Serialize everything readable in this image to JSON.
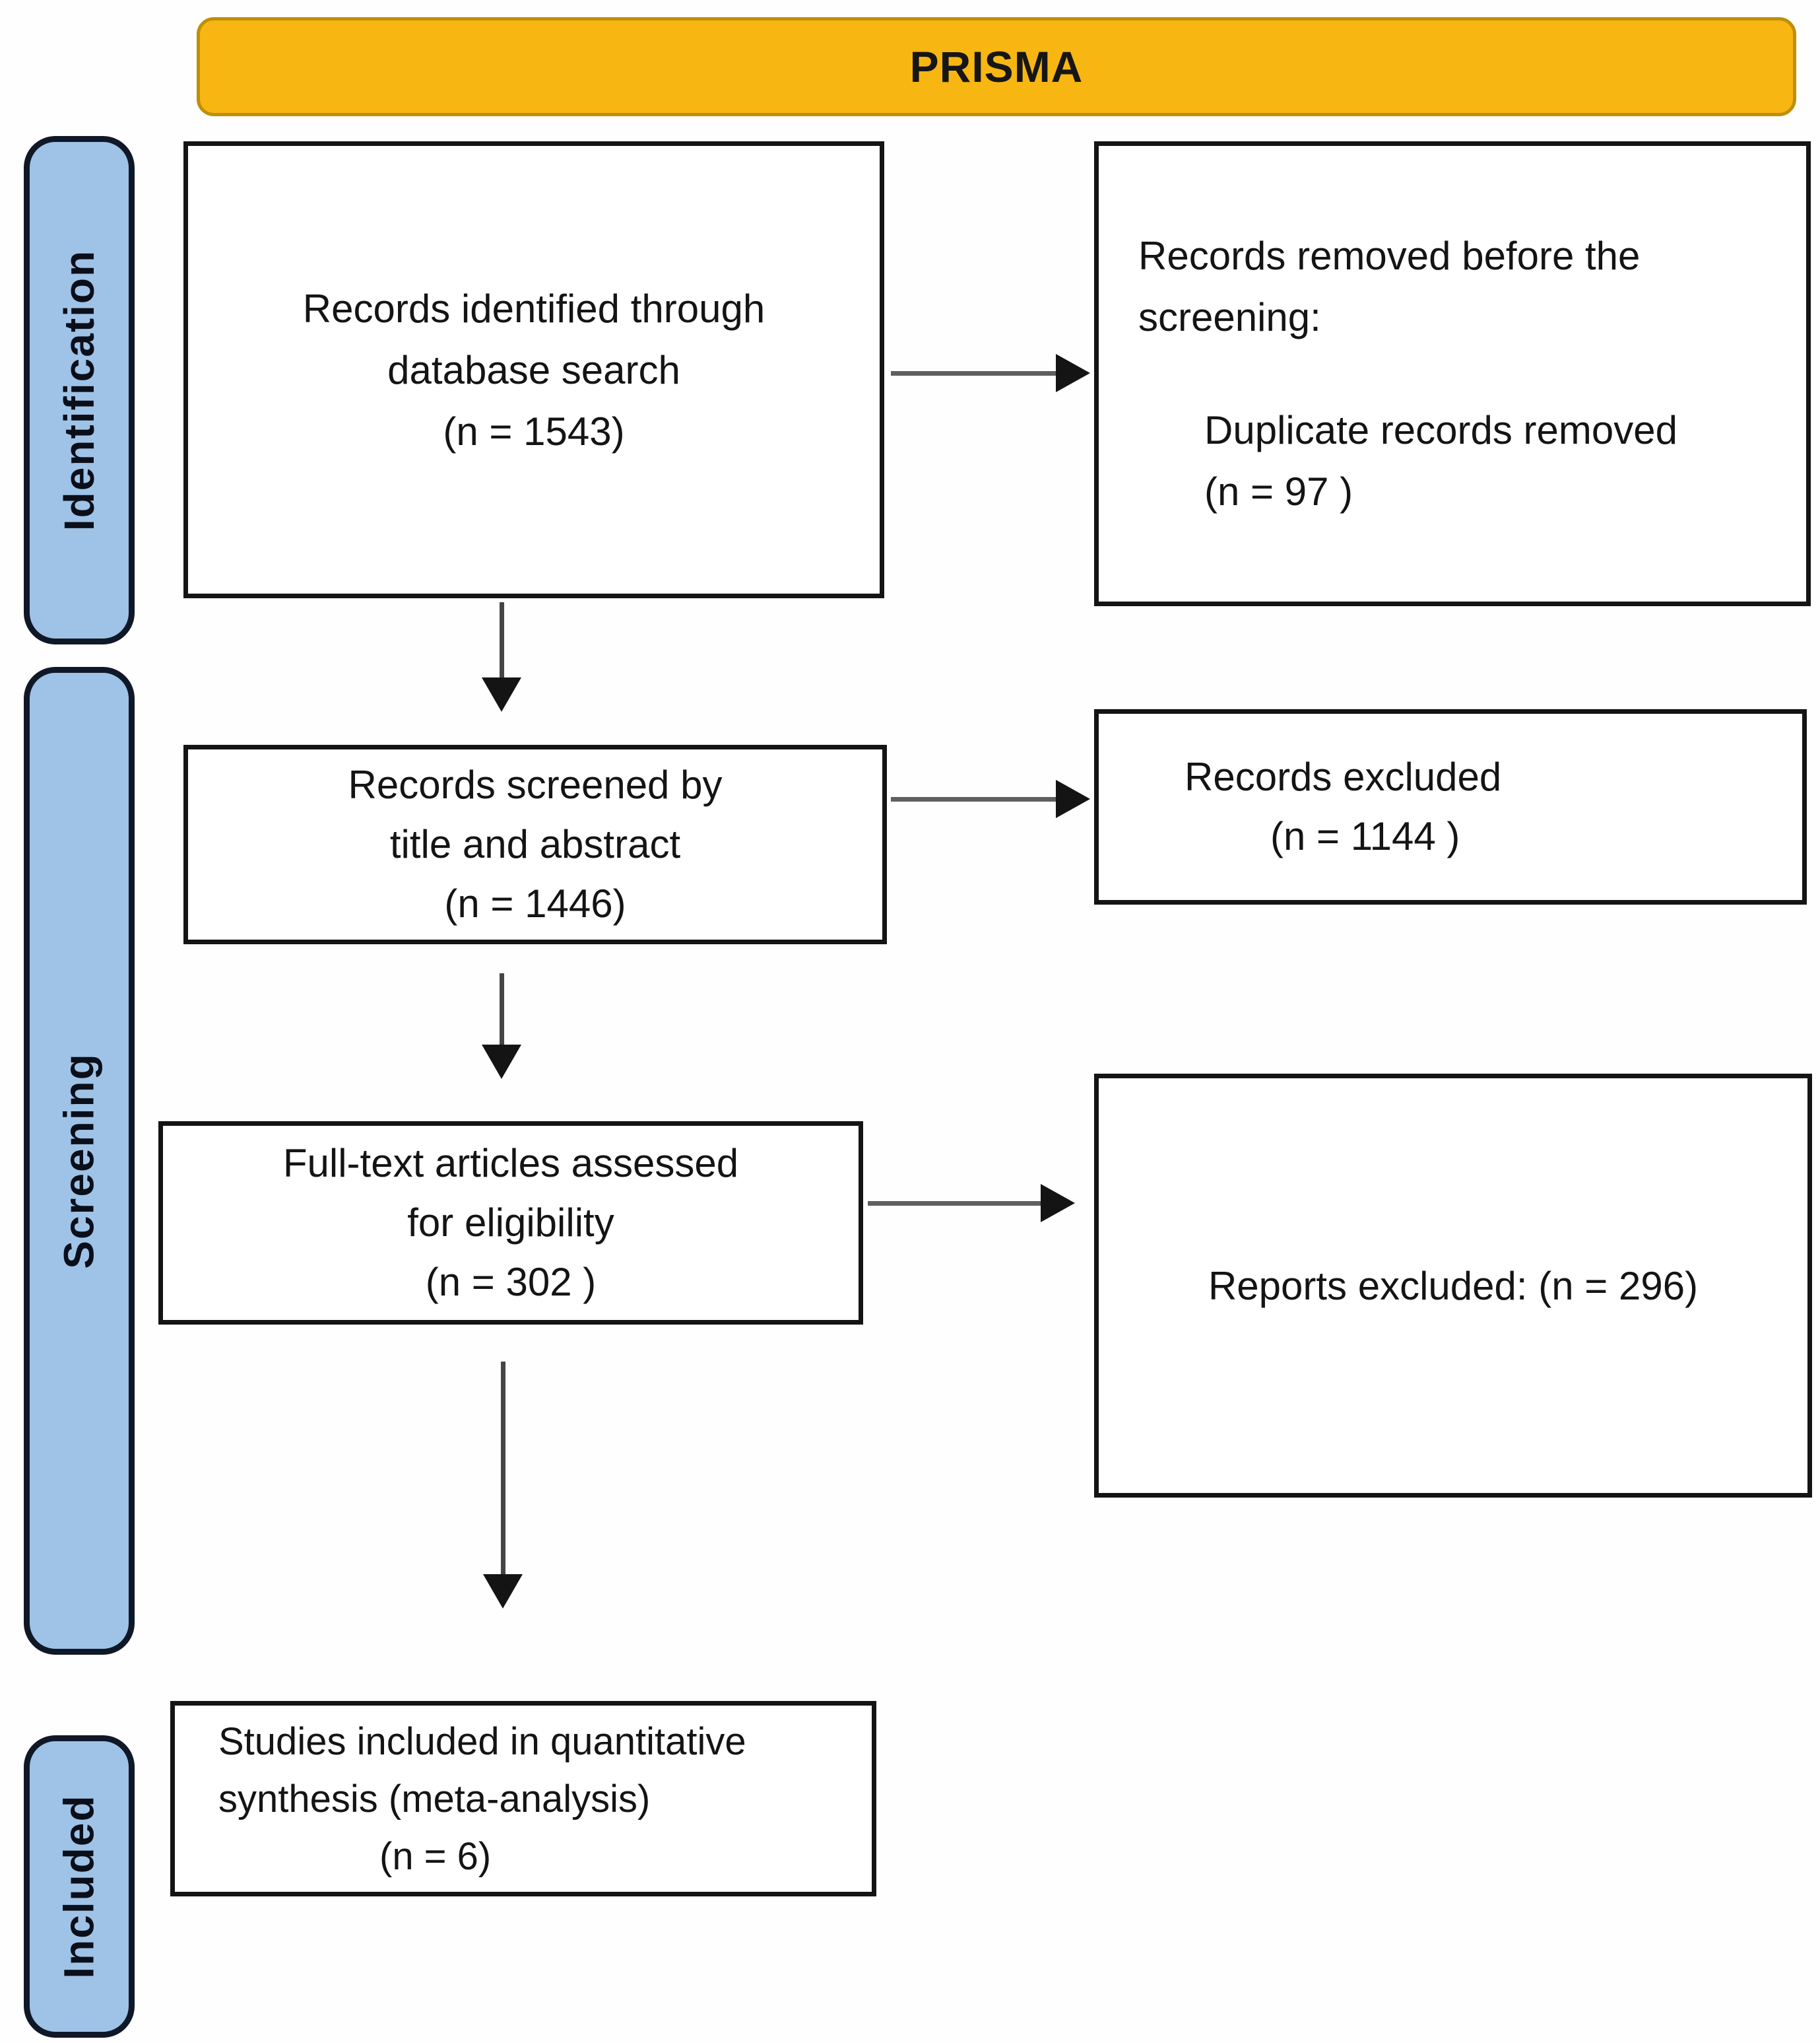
{
  "banner": {
    "title": "PRISMA"
  },
  "stages": [
    {
      "label": "Identification"
    },
    {
      "label": "Screening"
    },
    {
      "label": "Included"
    }
  ],
  "boxes": {
    "identified": {
      "lines": [
        "Records identified through",
        "database search",
        "(n = 1543)"
      ]
    },
    "removed": {
      "heading_lines": [
        "Records removed before the",
        "screening:"
      ],
      "detail_lines": [
        "Duplicate records removed",
        "(n = 97 )"
      ]
    },
    "screened": {
      "lines": [
        "Records screened by",
        "title and abstract",
        "(n = 1446)"
      ]
    },
    "excluded": {
      "lines": [
        "Records excluded",
        "(n = 1144 )"
      ]
    },
    "fulltext": {
      "lines": [
        "Full-text articles assessed",
        "for eligibility",
        "(n = 302 )"
      ]
    },
    "reports": {
      "line": "Reports excluded: (n = 296)"
    },
    "included": {
      "lines": [
        "Studies included in quantitative",
        "synthesis (meta-analysis)",
        "(n = 6)"
      ]
    }
  },
  "counts": {
    "identified": 1543,
    "duplicates_removed": 97,
    "screened": 1446,
    "records_excluded": 1144,
    "fulltext_assessed": 302,
    "reports_excluded": 296,
    "included_quantitative": 6
  },
  "colors": {
    "banner_bg": "#F8B612",
    "banner_border": "#BF8F06",
    "stage_bg": "#9FC3E7",
    "stage_border": "#101828",
    "box_border": "#141414",
    "box_bg": "#FFFFFF",
    "text": "#141414",
    "arrow_line": "#5F5F5F",
    "arrow_head": "#141414",
    "page_bg": "#FEFEFE"
  }
}
